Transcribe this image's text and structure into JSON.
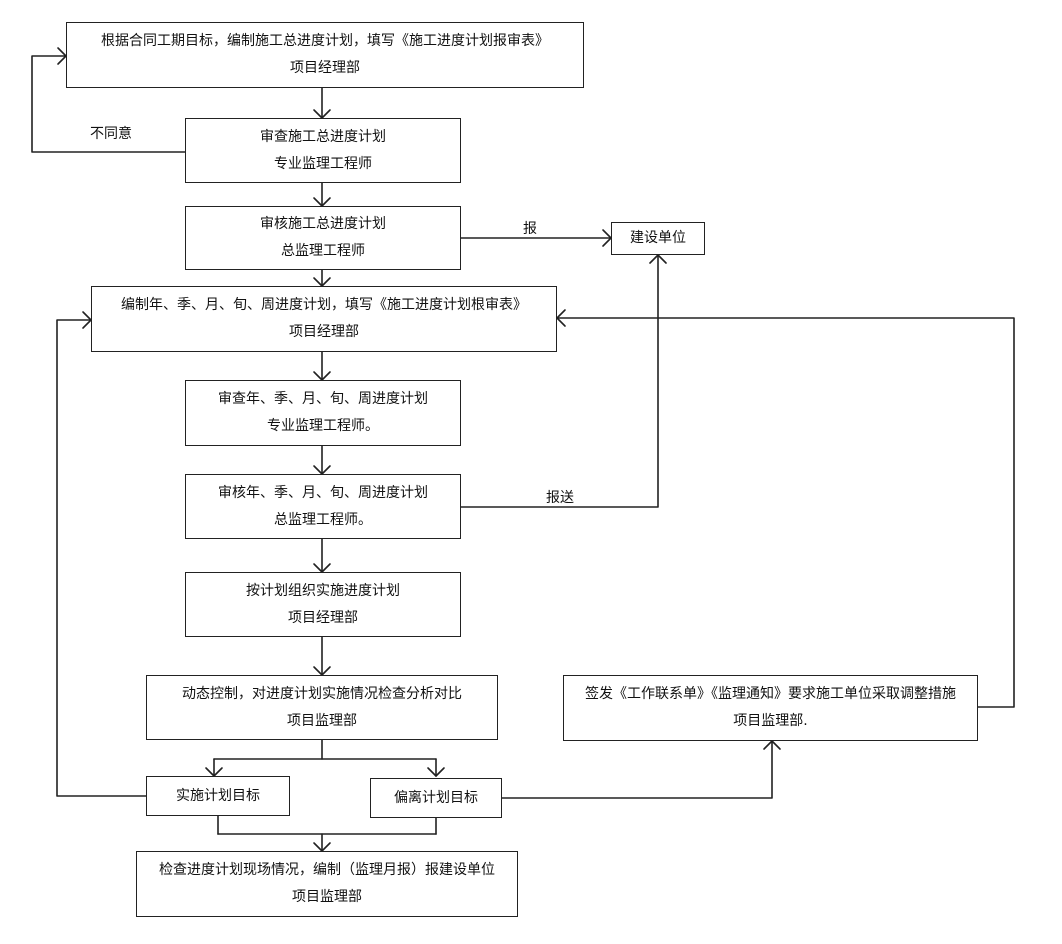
{
  "nodes": {
    "n1": {
      "line1": "根据合同工期目标，编制施工总进度计划，填写《施工进度计划报审表》",
      "line2": "项目经理部"
    },
    "n2": {
      "line1": "审查施工总进度计划",
      "line2": "专业监理工程师"
    },
    "n3": {
      "line1": "审核施工总进度计划",
      "line2": "总监理工程师"
    },
    "owner": {
      "line1": "建设单位"
    },
    "n4": {
      "line1": "编制年、季、月、旬、周进度计划，填写《施工进度计划根审表》",
      "line2": "项目经理部"
    },
    "n5": {
      "line1": "审查年、季、月、旬、周进度计划",
      "line2": "专业监理工程师。"
    },
    "n6": {
      "line1": "审核年、季、月、旬、周进度计划",
      "line2": "总监理工程师。"
    },
    "n7": {
      "line1": "按计划组织实施进度计划",
      "line2": "项目经理部"
    },
    "n8": {
      "line1": "动态控制，对进度计划实施情况检查分析对比",
      "line2": "项目监理部"
    },
    "n9": {
      "line1": "签发《工作联系单》《监理通知》要求施工单位采取调整措施",
      "line2": "项目监理部."
    },
    "n10": {
      "line1": "实施计划目标"
    },
    "n11": {
      "line1": "偏离计划目标"
    },
    "n12": {
      "line1": "检查进度计划现场情况，编制（监理月报）报建设单位",
      "line2": "项目监理部"
    }
  },
  "edge_labels": {
    "disagree": "不同意",
    "report": "报",
    "report_send": "报送"
  }
}
